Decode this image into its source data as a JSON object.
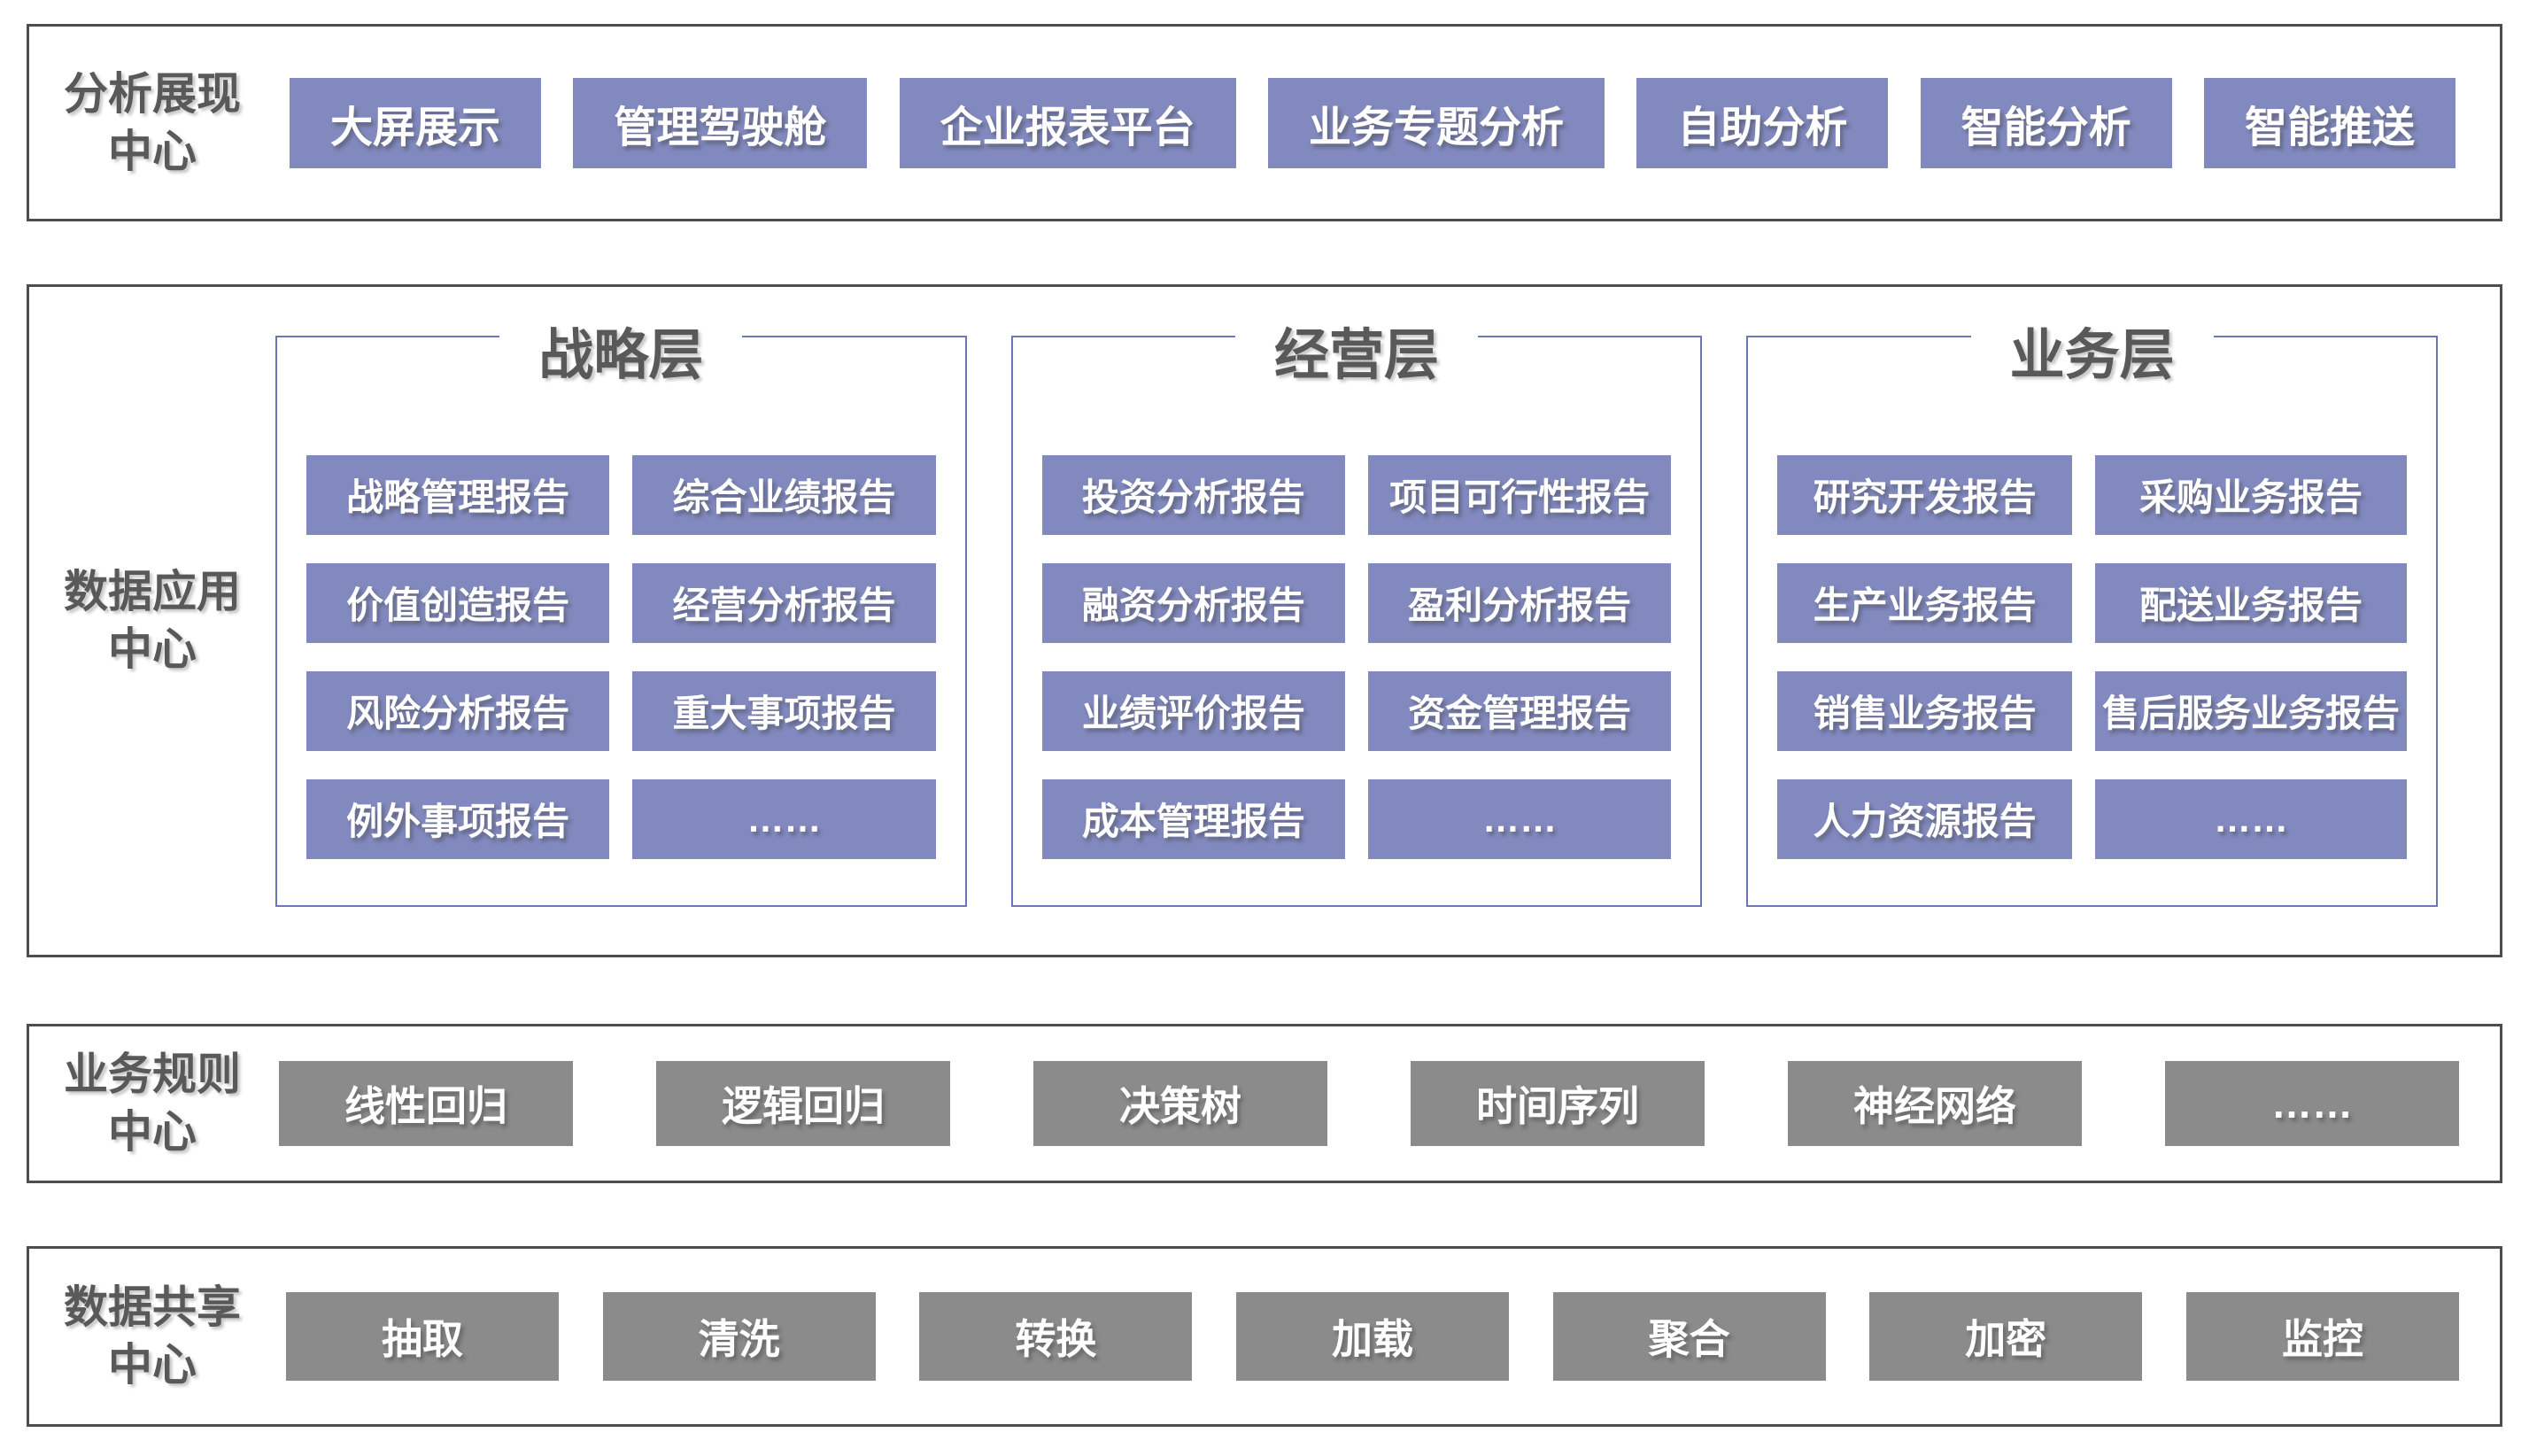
{
  "colors": {
    "node_purple": "#8189BE",
    "node_gray": "#8B8B8B",
    "section_border": "#4D4D4D",
    "group_border": "#6E77B6",
    "heading_text": "#595959",
    "node_text": "#FFFFFF"
  },
  "sections": {
    "analysis": {
      "label_line1": "分析展现",
      "label_line2": "中心",
      "buttons": [
        "大屏展示",
        "管理驾驶舱",
        "企业报表平台",
        "业务专题分析",
        "自助分析",
        "智能分析",
        "智能推送"
      ]
    },
    "data_app": {
      "label_line1": "数据应用",
      "label_line2": "中心",
      "groups": [
        {
          "title": "战略层",
          "items": [
            "战略管理报告",
            "综合业绩报告",
            "价值创造报告",
            "经营分析报告",
            "风险分析报告",
            "重大事项报告",
            "例外事项报告",
            "……"
          ]
        },
        {
          "title": "经营层",
          "items": [
            "投资分析报告",
            "项目可行性报告",
            "融资分析报告",
            "盈利分析报告",
            "业绩评价报告",
            "资金管理报告",
            "成本管理报告",
            "……"
          ]
        },
        {
          "title": "业务层",
          "items": [
            "研究开发报告",
            "采购业务报告",
            "生产业务报告",
            "配送业务报告",
            "销售业务报告",
            "售后服务业务报告",
            "人力资源报告",
            "……"
          ]
        }
      ]
    },
    "rules": {
      "label_line1": "业务规则",
      "label_line2": "中心",
      "buttons": [
        "线性回归",
        "逻辑回归",
        "决策树",
        "时间序列",
        "神经网络",
        "……"
      ]
    },
    "sharing": {
      "label_line1": "数据共享",
      "label_line2": "中心",
      "buttons": [
        "抽取",
        "清洗",
        "转换",
        "加载",
        "聚合",
        "加密",
        "监控"
      ]
    }
  }
}
